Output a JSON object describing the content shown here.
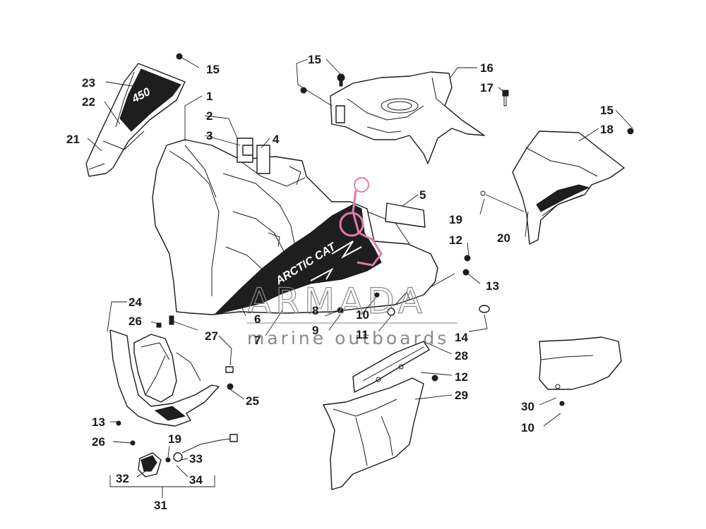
{
  "diagram": {
    "callouts": [
      {
        "id": "c1",
        "label": "1"
      },
      {
        "id": "c2",
        "label": "2"
      },
      {
        "id": "c3",
        "label": "3"
      },
      {
        "id": "c4",
        "label": "4"
      },
      {
        "id": "c5",
        "label": "5"
      },
      {
        "id": "c6",
        "label": "6"
      },
      {
        "id": "c7",
        "label": "7"
      },
      {
        "id": "c8",
        "label": "8"
      },
      {
        "id": "c9",
        "label": "9"
      },
      {
        "id": "c10a",
        "label": "10"
      },
      {
        "id": "c10b",
        "label": "10"
      },
      {
        "id": "c11",
        "label": "11"
      },
      {
        "id": "c12a",
        "label": "12"
      },
      {
        "id": "c12b",
        "label": "12"
      },
      {
        "id": "c13a",
        "label": "13"
      },
      {
        "id": "c13b",
        "label": "13"
      },
      {
        "id": "c14",
        "label": "14"
      },
      {
        "id": "c15a",
        "label": "15"
      },
      {
        "id": "c15b",
        "label": "15"
      },
      {
        "id": "c15c",
        "label": "15"
      },
      {
        "id": "c16",
        "label": "16"
      },
      {
        "id": "c17",
        "label": "17"
      },
      {
        "id": "c18",
        "label": "18"
      },
      {
        "id": "c19a",
        "label": "19"
      },
      {
        "id": "c19b",
        "label": "19"
      },
      {
        "id": "c20",
        "label": "20"
      },
      {
        "id": "c21",
        "label": "21"
      },
      {
        "id": "c22",
        "label": "22"
      },
      {
        "id": "c23",
        "label": "23"
      },
      {
        "id": "c24",
        "label": "24"
      },
      {
        "id": "c25",
        "label": "25"
      },
      {
        "id": "c26a",
        "label": "26"
      },
      {
        "id": "c26b",
        "label": "26"
      },
      {
        "id": "c27",
        "label": "27"
      },
      {
        "id": "c28",
        "label": "28"
      },
      {
        "id": "c29",
        "label": "29"
      },
      {
        "id": "c30",
        "label": "30"
      },
      {
        "id": "c31",
        "label": "31"
      },
      {
        "id": "c32",
        "label": "32"
      },
      {
        "id": "c33",
        "label": "33"
      },
      {
        "id": "c34",
        "label": "34"
      }
    ],
    "decals": {
      "brand_text": "ARCTIC CAT",
      "model_text": "450"
    }
  },
  "watermark": {
    "main": "ARMADA",
    "sub": "marine outboards",
    "accent_color": "#e07aa8"
  }
}
